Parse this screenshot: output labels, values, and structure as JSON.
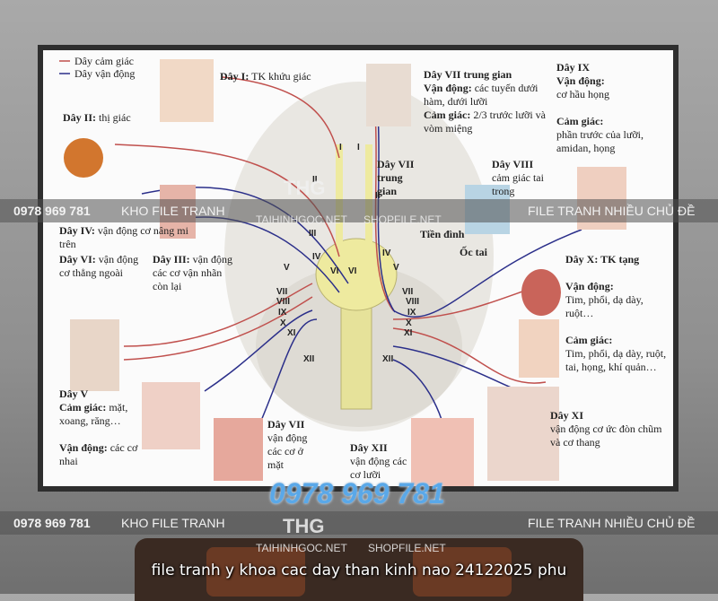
{
  "legend": {
    "sensory": "Dây cảm giác",
    "motor": "Dây vận động",
    "sensory_color": "#c0504d",
    "motor_color": "#2b2f8a"
  },
  "labels": {
    "n1": {
      "title": "Dây I:",
      "text": "TK khứu giác"
    },
    "n2": {
      "title": "Dây II:",
      "text": "thị giác"
    },
    "n4": {
      "title": "Dây IV:",
      "text": "vận động cơ nâng mi trên"
    },
    "n6": {
      "title": "Dây VI:",
      "text": "vận động cơ thẳng ngoài"
    },
    "n3": {
      "title": "Dây III:",
      "text": "vận động các cơ vận nhãn còn lại"
    },
    "n5": {
      "title": "Dây V",
      "l1": "Cảm giác:",
      "l1t": "mặt, xoang, răng…",
      "l2": "Vận động:",
      "l2t": "các cơ nhai"
    },
    "n7face": {
      "title": "Dây VII",
      "text": "vận động các cơ ở mặt"
    },
    "n12": {
      "title": "Dây XII",
      "text": "vận động các cơ lưỡi"
    },
    "n7ig": {
      "title": "Dây VII trung gian",
      "m": "Vận động:",
      "mt": "các tuyến dưới hàm, dưới lưỡi",
      "s": "Cảm giác:",
      "st": "2/3 trước lưỡi và vòm miệng"
    },
    "n7ig_short": "Dây VII trung gian",
    "n8": {
      "title": "Dây VIII",
      "text": "cảm giác tai trong",
      "vest": "Tiền đình",
      "coch": "Ốc tai"
    },
    "n9": {
      "title": "Dây IX",
      "m": "Vận động:",
      "mt": "cơ hầu họng",
      "s": "Cảm giác:",
      "st": "phần trước của lưỡi, amidan, họng"
    },
    "n10": {
      "title": "Dây X: TK tạng",
      "m": "Vận động:",
      "mt": "Tim, phổi, dạ dày, ruột…",
      "s": "Cảm giác:",
      "st": "Tim, phổi, dạ dày, ruột, tai, họng, khí quản…"
    },
    "n11": {
      "title": "Dây XI",
      "text": "vận động cơ ức đòn chũm và cơ thang"
    }
  },
  "roman": [
    "I",
    "I",
    "II",
    "II",
    "III",
    "IV",
    "IV",
    "V",
    "V",
    "VI",
    "VI",
    "VII",
    "VII",
    "VIII",
    "VIII",
    "IX",
    "IX",
    "X",
    "X",
    "XI",
    "XI",
    "XII",
    "XII"
  ],
  "watermark": {
    "phone": "0978 969 781",
    "store": "KHO FILE TRANH",
    "tagline": "FILE TRANH NHIỀU CHỦ ĐỀ",
    "logo1": "THG",
    "site1": "TAIHINHGOC.NET",
    "site2": "SHOPFILE.NET"
  },
  "caption": "file tranh y khoa cac day than kinh nao 24122025 phu"
}
